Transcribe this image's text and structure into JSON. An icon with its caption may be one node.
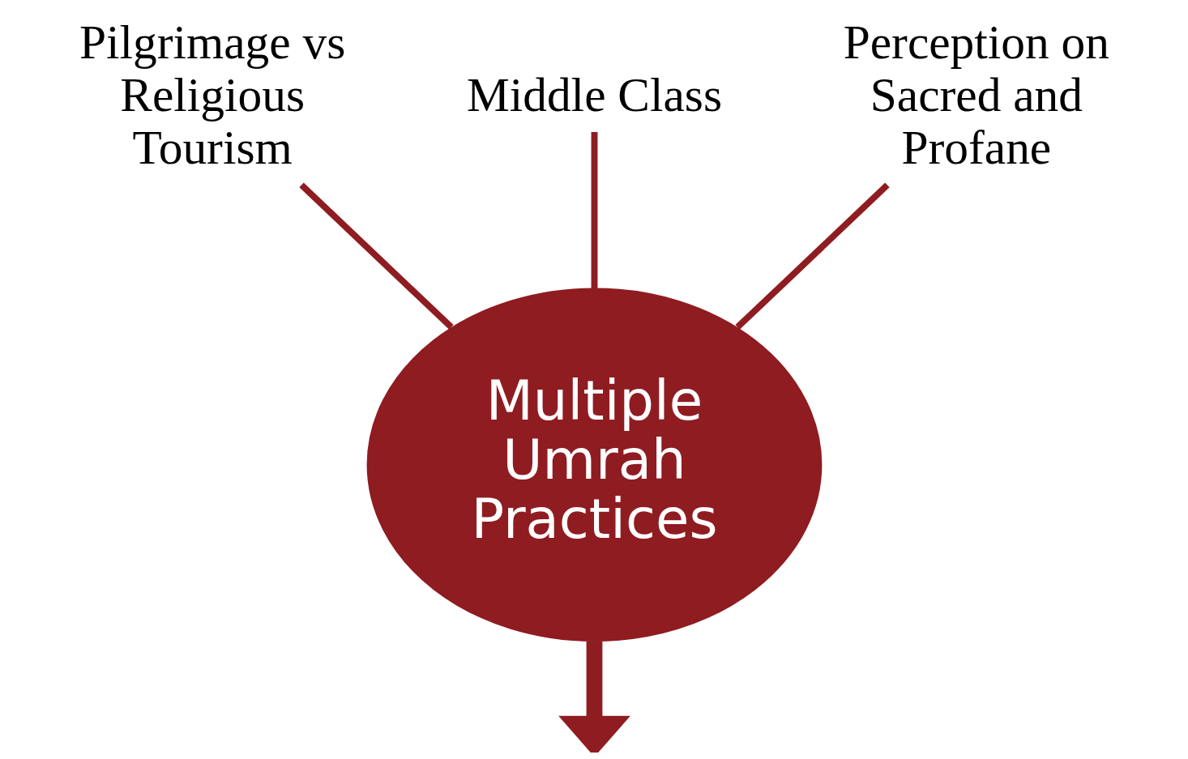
{
  "diagram": {
    "nodes": [
      {
        "text": [
          "Pilgrimage vs Religious Tourism"
        ]
      },
      {
        "text": [
          "Middle Class"
        ]
      },
      {
        "text": [
          "Perception on Sacred and Profane"
        ]
      },
      {
        "text": [
          "Multiple Umrah Practices"
        ]
      }
    ],
    "edges": [
      {
        "from": 0,
        "to": 3,
        "arrow": "none",
        "color": "#8f1c21"
      },
      {
        "from": 1,
        "to": 3,
        "arrow": "none",
        "color": "#8f1c21"
      },
      {
        "from": 2,
        "to": 3,
        "arrow": "none",
        "color": "#8f1c21"
      },
      {
        "from": 3,
        "to": null,
        "arrow": "to",
        "style": "thick",
        "color": "#8f1c21"
      }
    ]
  }
}
